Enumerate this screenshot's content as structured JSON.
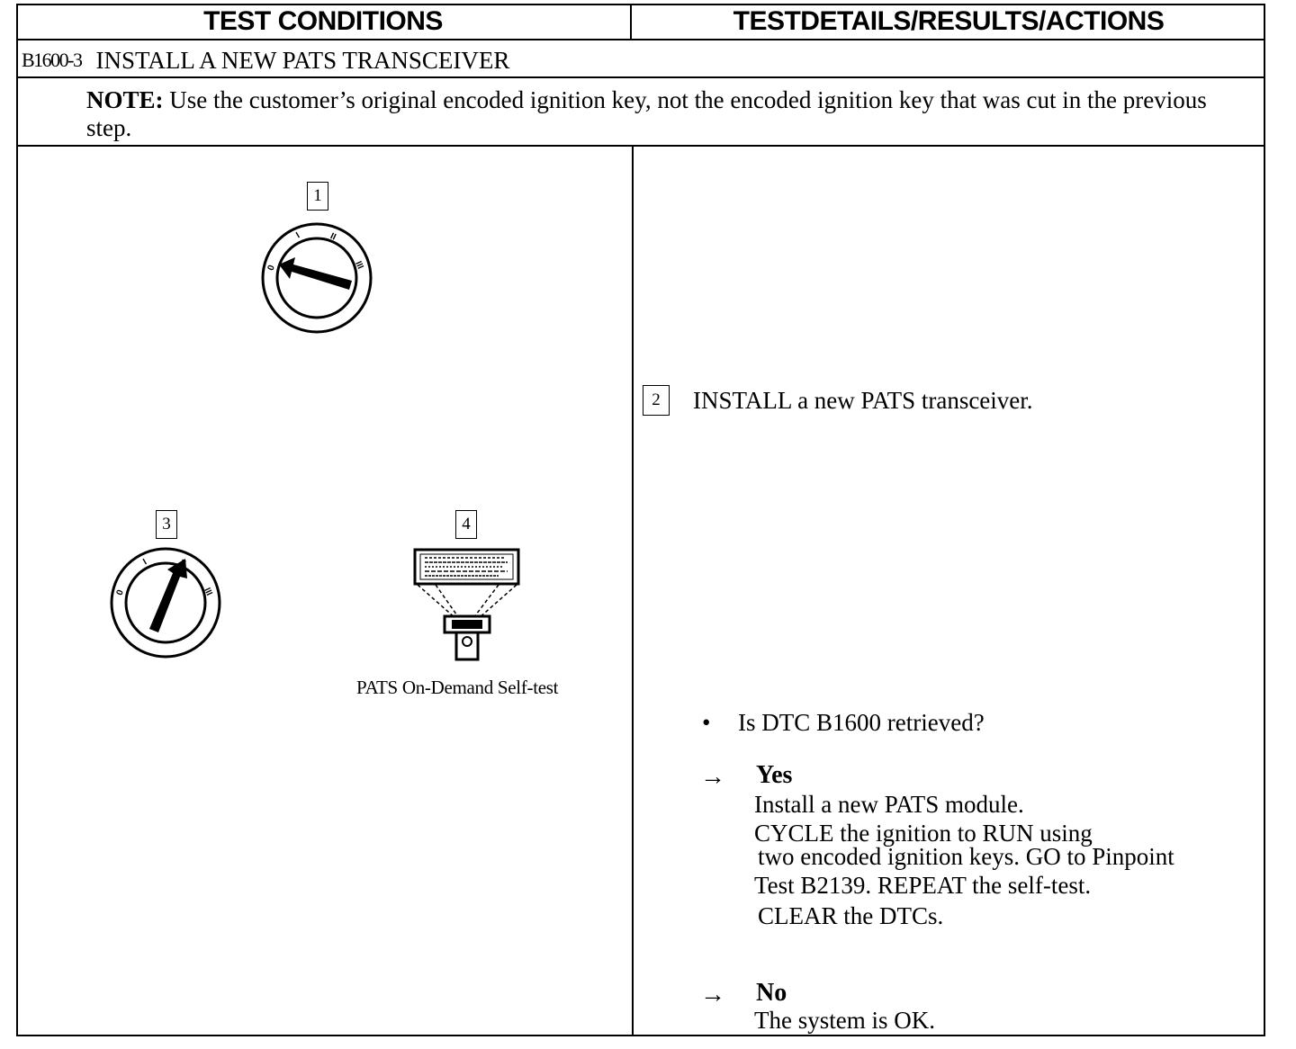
{
  "header": {
    "left": "TEST CONDITIONS",
    "right": "TESTDETAILS/RESULTS/ACTIONS"
  },
  "step": {
    "code": "B1600-3",
    "title": "INSTALL A NEW PATS TRANSCEIVER"
  },
  "note": {
    "label": "NOTE:",
    "text": "Use the customer’s original encoded ignition key, not the encoded ignition key that was cut in the previous step."
  },
  "illustration": {
    "step1": "1",
    "step3": "3",
    "step4": "4",
    "ignition_marks": [
      "0",
      "I",
      "II",
      "III"
    ],
    "caption": "PATS On-Demand Self-test"
  },
  "details": {
    "step2_number": "2",
    "step2_text": "INSTALL a new PATS transceiver.",
    "question": "Is DTC B1600 retrieved?",
    "bullet": "•",
    "arrow": "→",
    "yes": {
      "label": "Yes",
      "lines": [
        "Install a new PATS module.",
        "CYCLE the ignition to RUN using",
        "two encoded ignition keys. GO to Pinpoint",
        "Test B2139. REPEAT the self-test.",
        "CLEAR the DTCs."
      ]
    },
    "no": {
      "label": "No",
      "lines": [
        "The system is OK."
      ]
    }
  }
}
